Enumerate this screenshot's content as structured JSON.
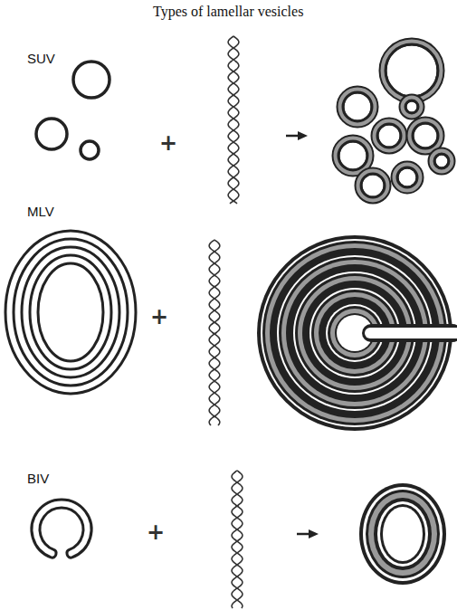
{
  "diagram": {
    "title": "Types of lamellar vesicles",
    "labels": [
      "SUV",
      "+",
      "MLV",
      "+",
      "BIV",
      "+"
    ]
  }
}
